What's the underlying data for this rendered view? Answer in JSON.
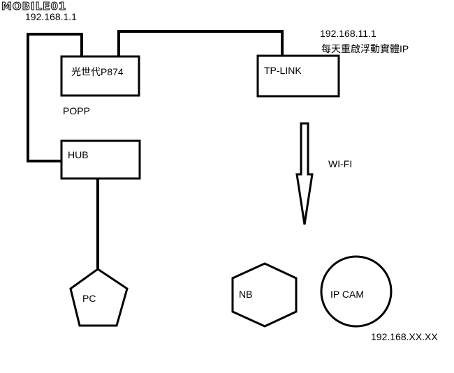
{
  "watermark": "MOBILE01",
  "ip_router": "192.168.1.1",
  "ip_tplink": "192.168.11.1",
  "tplink_note": "每天重啟浮動實體IP",
  "popp_label": "POPP",
  "wifi_label": "WI-FI",
  "ip_devices": "192.168.XX.XX",
  "nodes": {
    "router": "光世代P874",
    "tplink": "TP-LINK",
    "hub": "HUB",
    "pc": "PC",
    "nb": "NB",
    "ipcam": "IP CAM"
  }
}
